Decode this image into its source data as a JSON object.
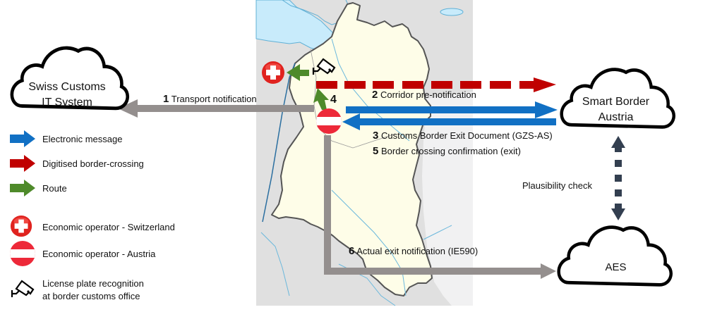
{
  "clouds": {
    "swiss": {
      "line1": "Swiss Customs",
      "line2": "IT System"
    },
    "smart_border": {
      "line1": "Smart Border",
      "line2": "Austria"
    },
    "aes": {
      "line1": "AES"
    }
  },
  "flows": {
    "f1": {
      "num": "1",
      "label": "Transport notification"
    },
    "f2": {
      "num": "2",
      "label": "Corridor pre-notification"
    },
    "f3": {
      "num": "3",
      "label": "Customs Border Exit Document (GZS-AS)"
    },
    "f4": {
      "num": "4"
    },
    "f5": {
      "num": "5",
      "label": "Border crossing confirmation (exit)"
    },
    "f6": {
      "num": "6",
      "label": "Actual exit notification (IE590)"
    },
    "plausibility": {
      "label": "Plausibility check"
    }
  },
  "legend": {
    "items": [
      {
        "label": "Electronic message",
        "icon": "blue-arrow-icon",
        "color": "#1170c4"
      },
      {
        "label": "Digitised border-crossing",
        "icon": "red-arrow-icon",
        "color": "#c00000"
      },
      {
        "label": "Route",
        "icon": "green-arrow-icon",
        "color": "#4e8a2a"
      },
      {
        "label": "Economic operator - Switzerland",
        "icon": "swiss-flag-icon",
        "color": "#e0231f"
      },
      {
        "label": "Economic operator - Austria",
        "icon": "austrian-flag-icon",
        "color": "#ed2939"
      },
      {
        "label": "License plate recognition",
        "label2": "at border customs office",
        "icon": "camera-icon",
        "color": "#000000"
      }
    ]
  },
  "colors": {
    "electronic": "#1170c4",
    "digitised": "#c00000",
    "route": "#4e8a2a",
    "gray_arrow": "#948f8e",
    "plausibility": "#333f50",
    "map_land": "#fefde8",
    "map_outside": "#e0e0e0",
    "map_water": "#c8ebfb"
  }
}
